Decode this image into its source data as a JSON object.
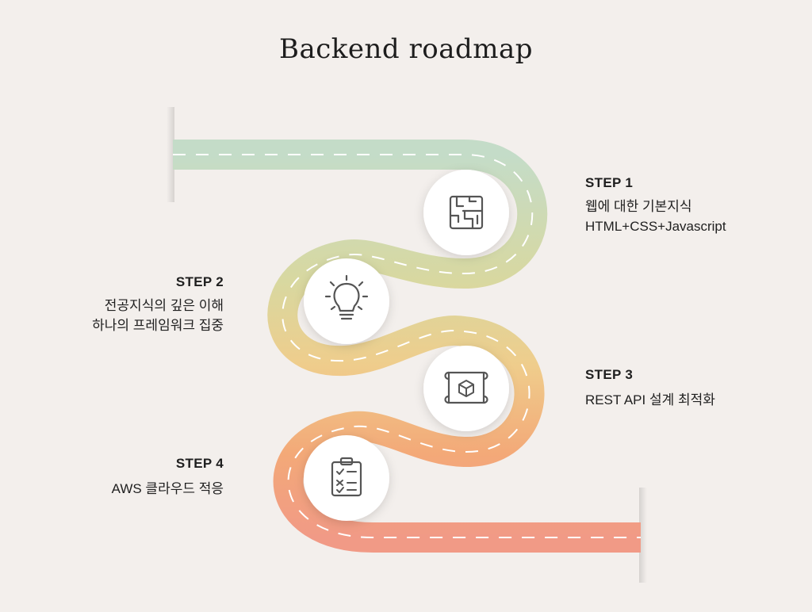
{
  "title": "Backend roadmap",
  "colors": {
    "background": "#f3efec",
    "road_top": "#c4dcc8",
    "road_mid1": "#d8d8a0",
    "road_mid2": "#efcd8c",
    "road_mid3": "#f3a978",
    "road_bottom": "#f19a86",
    "dash": "#ffffff",
    "circle": "#ffffff",
    "icon": "#555555"
  },
  "steps": [
    {
      "label": "STEP 1",
      "lines": [
        "웹에 대한 기본지식",
        "HTML+CSS+Javascript"
      ],
      "icon": "maze-icon"
    },
    {
      "label": "STEP 2",
      "lines": [
        "전공지식의 깊은 이해",
        "하나의 프레임워크 집중"
      ],
      "icon": "lightbulb-icon"
    },
    {
      "label": "STEP 3",
      "lines": [
        "REST API 설계 최적화"
      ],
      "icon": "blueprint-icon"
    },
    {
      "label": "STEP 4",
      "lines": [
        "AWS 클라우드 적응"
      ],
      "icon": "checklist-icon"
    }
  ]
}
